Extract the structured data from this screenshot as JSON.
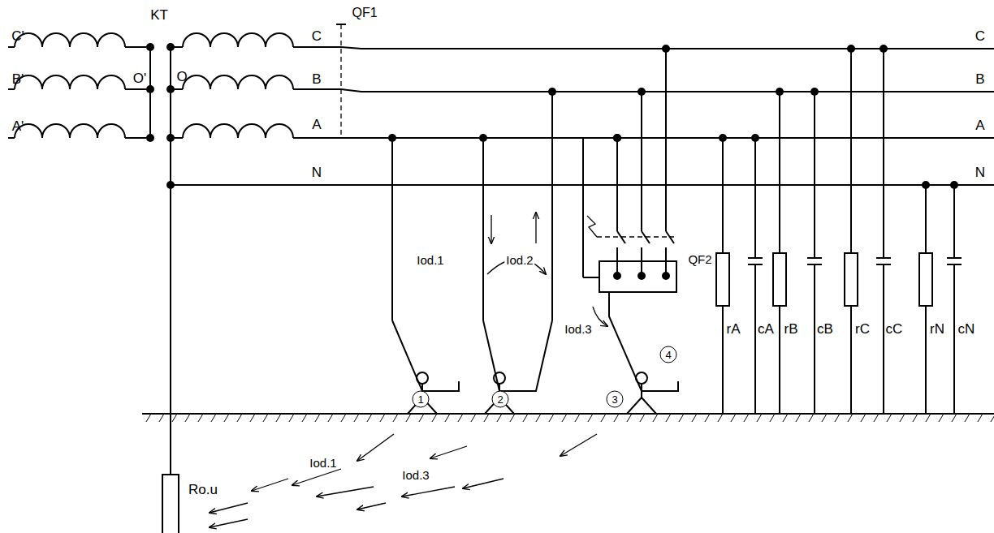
{
  "diagram": {
    "labels": [
      "C'",
      "B'",
      "A'",
      "KT",
      "O'",
      "O",
      "C",
      "QF1",
      "B",
      "A",
      "N",
      "C",
      "B",
      "A",
      "N",
      "Iod.1",
      "Iod.2",
      "QF2",
      "Iod.3",
      "rA",
      "cA",
      "rB",
      "cB",
      "rC",
      "cC",
      "rN",
      "cN",
      "1",
      "2",
      "3",
      "4",
      "Iod.1",
      "Iod.3",
      "Ro.u"
    ]
  }
}
